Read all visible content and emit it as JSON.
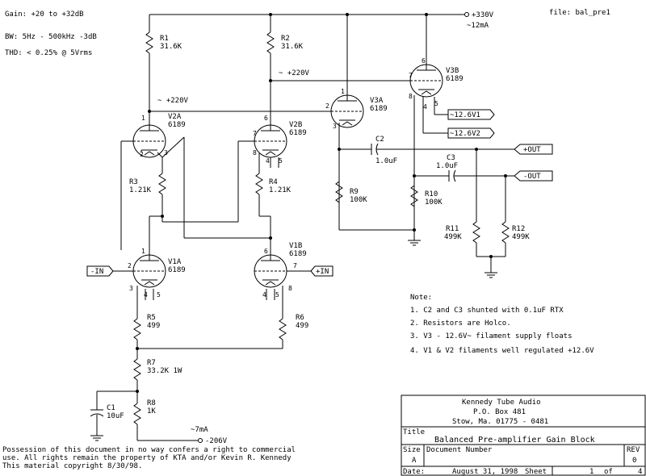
{
  "specs": {
    "gain": "Gain: +20 to +32dB",
    "bw": "BW: 5Hz - 500kHz -3dB",
    "thd": "THD: < 0.25% @ 5Vrms"
  },
  "file_label": "file: bal_pre1",
  "supply": {
    "b_plus": "+330V",
    "b_plus_current": "~12mA",
    "b_minus": "-206V",
    "b_minus_current": "~7mA"
  },
  "node_voltages": {
    "v2_plates": "~ +220V",
    "v3a_grid": "~ +220V"
  },
  "resistors": [
    {
      "ref": "R1",
      "value": "31.6K"
    },
    {
      "ref": "R2",
      "value": "31.6K"
    },
    {
      "ref": "R3",
      "value": "1.21K"
    },
    {
      "ref": "R4",
      "value": "1.21K"
    },
    {
      "ref": "R5",
      "value": "499"
    },
    {
      "ref": "R6",
      "value": "499"
    },
    {
      "ref": "R7",
      "value": "33.2K 1W"
    },
    {
      "ref": "R8",
      "value": "1K"
    },
    {
      "ref": "R9",
      "value": "100K"
    },
    {
      "ref": "R10",
      "value": "100K"
    },
    {
      "ref": "R11",
      "value": "499K"
    },
    {
      "ref": "R12",
      "value": "499K"
    }
  ],
  "capacitors": [
    {
      "ref": "C1",
      "value": "10uF"
    },
    {
      "ref": "C2",
      "value": "1.0uF"
    },
    {
      "ref": "C3",
      "value": "1.0uF"
    }
  ],
  "tubes": [
    {
      "ref": "V1A",
      "type": "6189"
    },
    {
      "ref": "V1B",
      "type": "6189"
    },
    {
      "ref": "V2A",
      "type": "6189"
    },
    {
      "ref": "V2B",
      "type": "6189"
    },
    {
      "ref": "V3A",
      "type": "6189"
    },
    {
      "ref": "V3B",
      "type": "6189"
    }
  ],
  "pins": [
    "1",
    "2",
    "3",
    "4",
    "5",
    "6",
    "7",
    "8"
  ],
  "ports": {
    "in_neg": "-IN",
    "in_pos": "+IN",
    "out_pos": "+OUT",
    "out_neg": "-OUT",
    "fil1": "~12.6V1",
    "fil2": "~12.6V2"
  },
  "notes": {
    "title": "Note:",
    "items": [
      "1. C2 and C3 shunted with 0.1uF RTX",
      "2. Resistors are Holco.",
      "3. V3 - 12.6V~ filament supply floats",
      "4. V1 & V2 filaments well regulated +12.6V"
    ]
  },
  "copyright": [
    "Possession of this document in no way confers a right to commercial",
    "use. All rights remain the property of KTA and/or Kevin R. Kennedy",
    "This material copyright 8/30/98."
  ],
  "titleblock": {
    "company": "Kennedy Tube Audio",
    "address1": "P.O. Box 481",
    "address2": "Stow, Ma. 01775 - 0481",
    "title_label": "Title",
    "title": "Balanced Pre-amplifier Gain Block",
    "size_label": "Size",
    "size": "A",
    "docnum_label": "Document Number",
    "rev_label": "REV",
    "rev": "0",
    "date_label": "Date:",
    "date": "August 31, 1998",
    "sheet_label": "Sheet",
    "sheet": "1",
    "of_label": "of",
    "of": "4"
  }
}
